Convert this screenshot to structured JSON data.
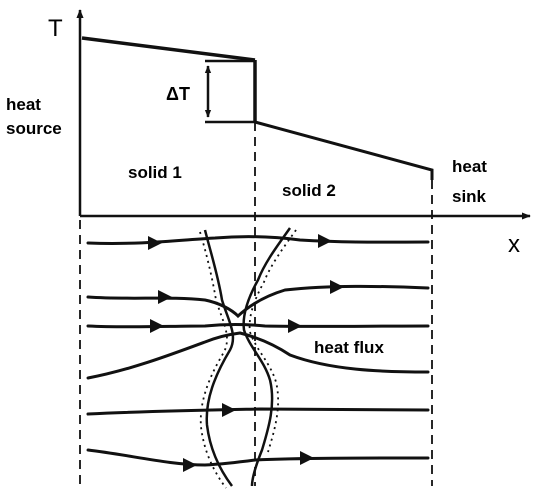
{
  "diagram": {
    "axes": {
      "y_label": "T",
      "x_label": "x"
    },
    "delta_label": "ΔT",
    "left_label": [
      "heat",
      "source"
    ],
    "right_label": [
      "heat",
      "sink"
    ],
    "region_1": "solid 1",
    "region_2": "solid 2",
    "flux_label": "heat flux"
  }
}
